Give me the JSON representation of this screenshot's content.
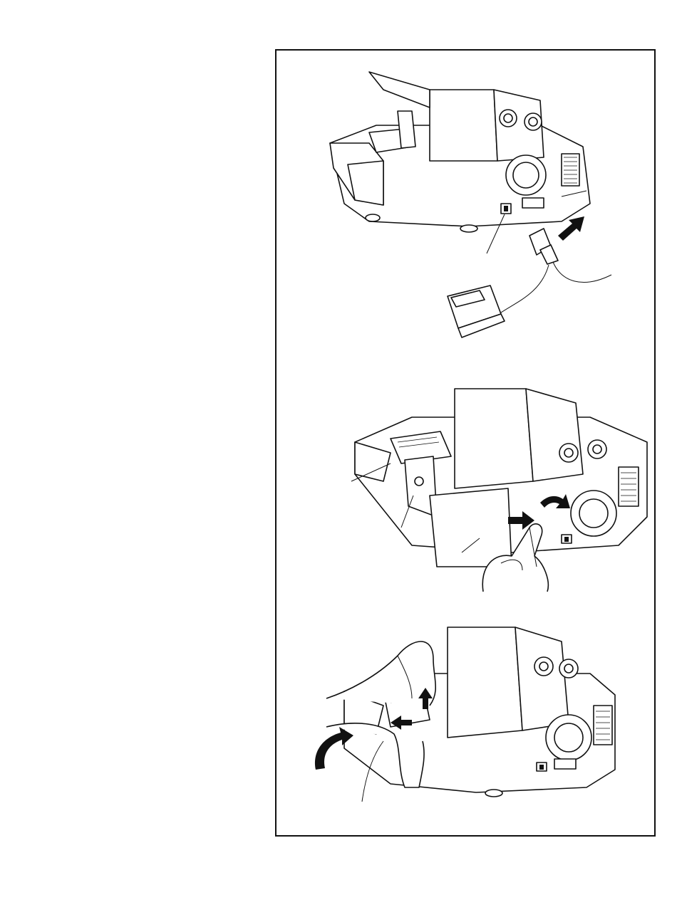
{
  "page": {
    "background": "#ffffff",
    "frame_color": "#111111"
  },
  "figures": [
    {
      "name": "figure-power-connection",
      "icon": "foot-controller-plug-illustration"
    },
    {
      "name": "figure-open-looper-cover",
      "icon": "hands-opening-cover-illustration"
    },
    {
      "name": "figure-remove-presser-foot",
      "icon": "hands-removing-foot-illustration"
    }
  ]
}
